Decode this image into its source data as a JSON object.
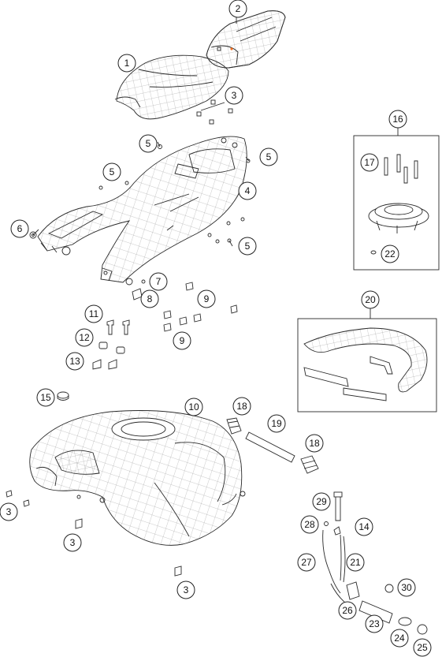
{
  "callouts": [
    {
      "id": "c1",
      "text": "1"
    },
    {
      "id": "c2",
      "text": "2"
    },
    {
      "id": "c3a",
      "text": "3"
    },
    {
      "id": "c5a",
      "text": "5"
    },
    {
      "id": "c5b",
      "text": "5"
    },
    {
      "id": "c5c",
      "text": "5"
    },
    {
      "id": "c4",
      "text": "4"
    },
    {
      "id": "c6",
      "text": "6"
    },
    {
      "id": "c5d",
      "text": "5"
    },
    {
      "id": "c7",
      "text": "7"
    },
    {
      "id": "c8",
      "text": "8"
    },
    {
      "id": "c9a",
      "text": "9"
    },
    {
      "id": "c11",
      "text": "11"
    },
    {
      "id": "c12",
      "text": "12"
    },
    {
      "id": "c9b",
      "text": "9"
    },
    {
      "id": "c13",
      "text": "13"
    },
    {
      "id": "c15",
      "text": "15"
    },
    {
      "id": "c10",
      "text": "10"
    },
    {
      "id": "c18a",
      "text": "18"
    },
    {
      "id": "c19",
      "text": "19"
    },
    {
      "id": "c18b",
      "text": "18"
    },
    {
      "id": "c3b",
      "text": "3"
    },
    {
      "id": "c3c",
      "text": "3"
    },
    {
      "id": "c3d",
      "text": "3"
    },
    {
      "id": "c29",
      "text": "29"
    },
    {
      "id": "c28",
      "text": "28"
    },
    {
      "id": "c14",
      "text": "14"
    },
    {
      "id": "c27",
      "text": "27"
    },
    {
      "id": "c21",
      "text": "21"
    },
    {
      "id": "c30",
      "text": "30"
    },
    {
      "id": "c26",
      "text": "26"
    },
    {
      "id": "c23",
      "text": "23"
    },
    {
      "id": "c24",
      "text": "24"
    },
    {
      "id": "c25",
      "text": "25"
    },
    {
      "id": "c16",
      "text": "16"
    },
    {
      "id": "c17",
      "text": "17"
    },
    {
      "id": "c22",
      "text": "22"
    },
    {
      "id": "c20",
      "text": "20"
    }
  ],
  "colors": {
    "line": "#2a2a2a",
    "accent": "#f36f21",
    "background": "#ffffff"
  }
}
